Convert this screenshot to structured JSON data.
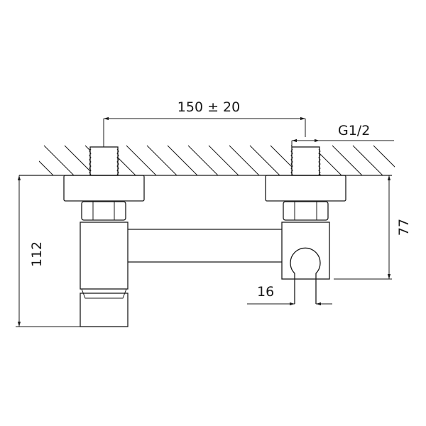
{
  "dimensions": {
    "spacing": "150 ± 20",
    "thread": "G1/2",
    "total_height": "112",
    "outlet_height": "77",
    "outlet_diameter": "16"
  },
  "colors": {
    "line": "#1a1a1a",
    "background": "#ffffff"
  }
}
